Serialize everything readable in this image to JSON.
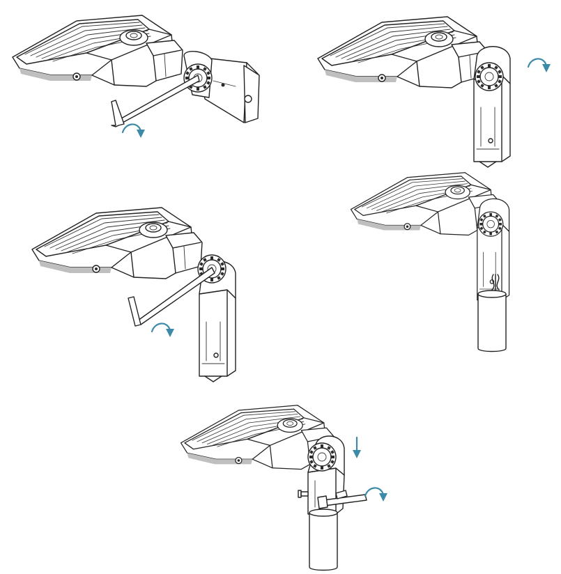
{
  "figure": {
    "background": "#ffffff",
    "line_color": "#222222",
    "arrow_color": "#3c8aa8"
  },
  "steps": [
    {
      "id": "step-1",
      "depicts": "light-fixture-with-hex-key-and-slip-fitter",
      "arrows": [
        "rotate-arrow"
      ]
    },
    {
      "id": "step-2",
      "depicts": "light-fixture-slip-fitter-rotated-down",
      "arrows": [
        "rotate-arrow"
      ]
    },
    {
      "id": "step-3",
      "depicts": "light-fixture-hex-key-tighten",
      "arrows": [
        "rotate-arrow"
      ]
    },
    {
      "id": "step-4",
      "depicts": "light-fixture-wires-into-pole",
      "arrows": []
    },
    {
      "id": "step-5",
      "depicts": "light-fixture-mounted-on-pole",
      "arrows": [
        "down-arrow",
        "rotate-arrow"
      ]
    }
  ]
}
